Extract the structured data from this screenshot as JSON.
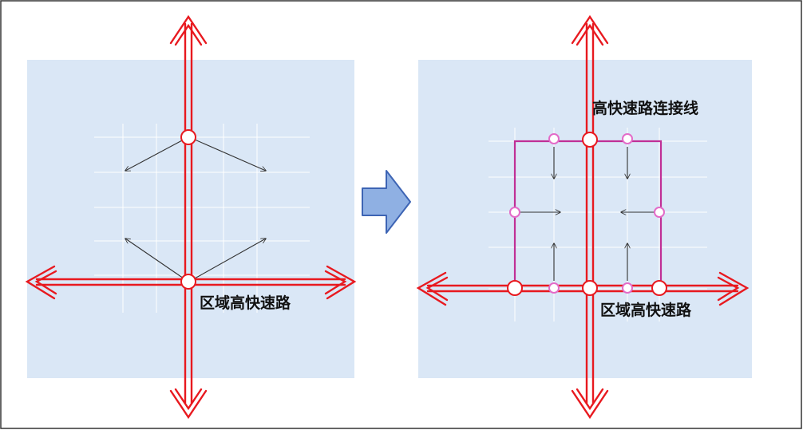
{
  "left_panel": {
    "highway_label": "区域高快速路"
  },
  "right_panel": {
    "connector_label": "高快速路连接线",
    "highway_label": "区域高快速路"
  },
  "colors": {
    "panel_fill": "#dae7f6",
    "grid": "#ffffff",
    "highway": "#e8191f",
    "connector": "#c02f96",
    "node_fill": "#ffffff",
    "node_stroke_main": "#e8191f",
    "node_stroke_connector": "#e36bc8",
    "flow_arrow": "#333333",
    "transition_arrow_fill": "#8fb0e3",
    "transition_arrow_stroke": "#3d64b4",
    "frame": "#333333"
  }
}
